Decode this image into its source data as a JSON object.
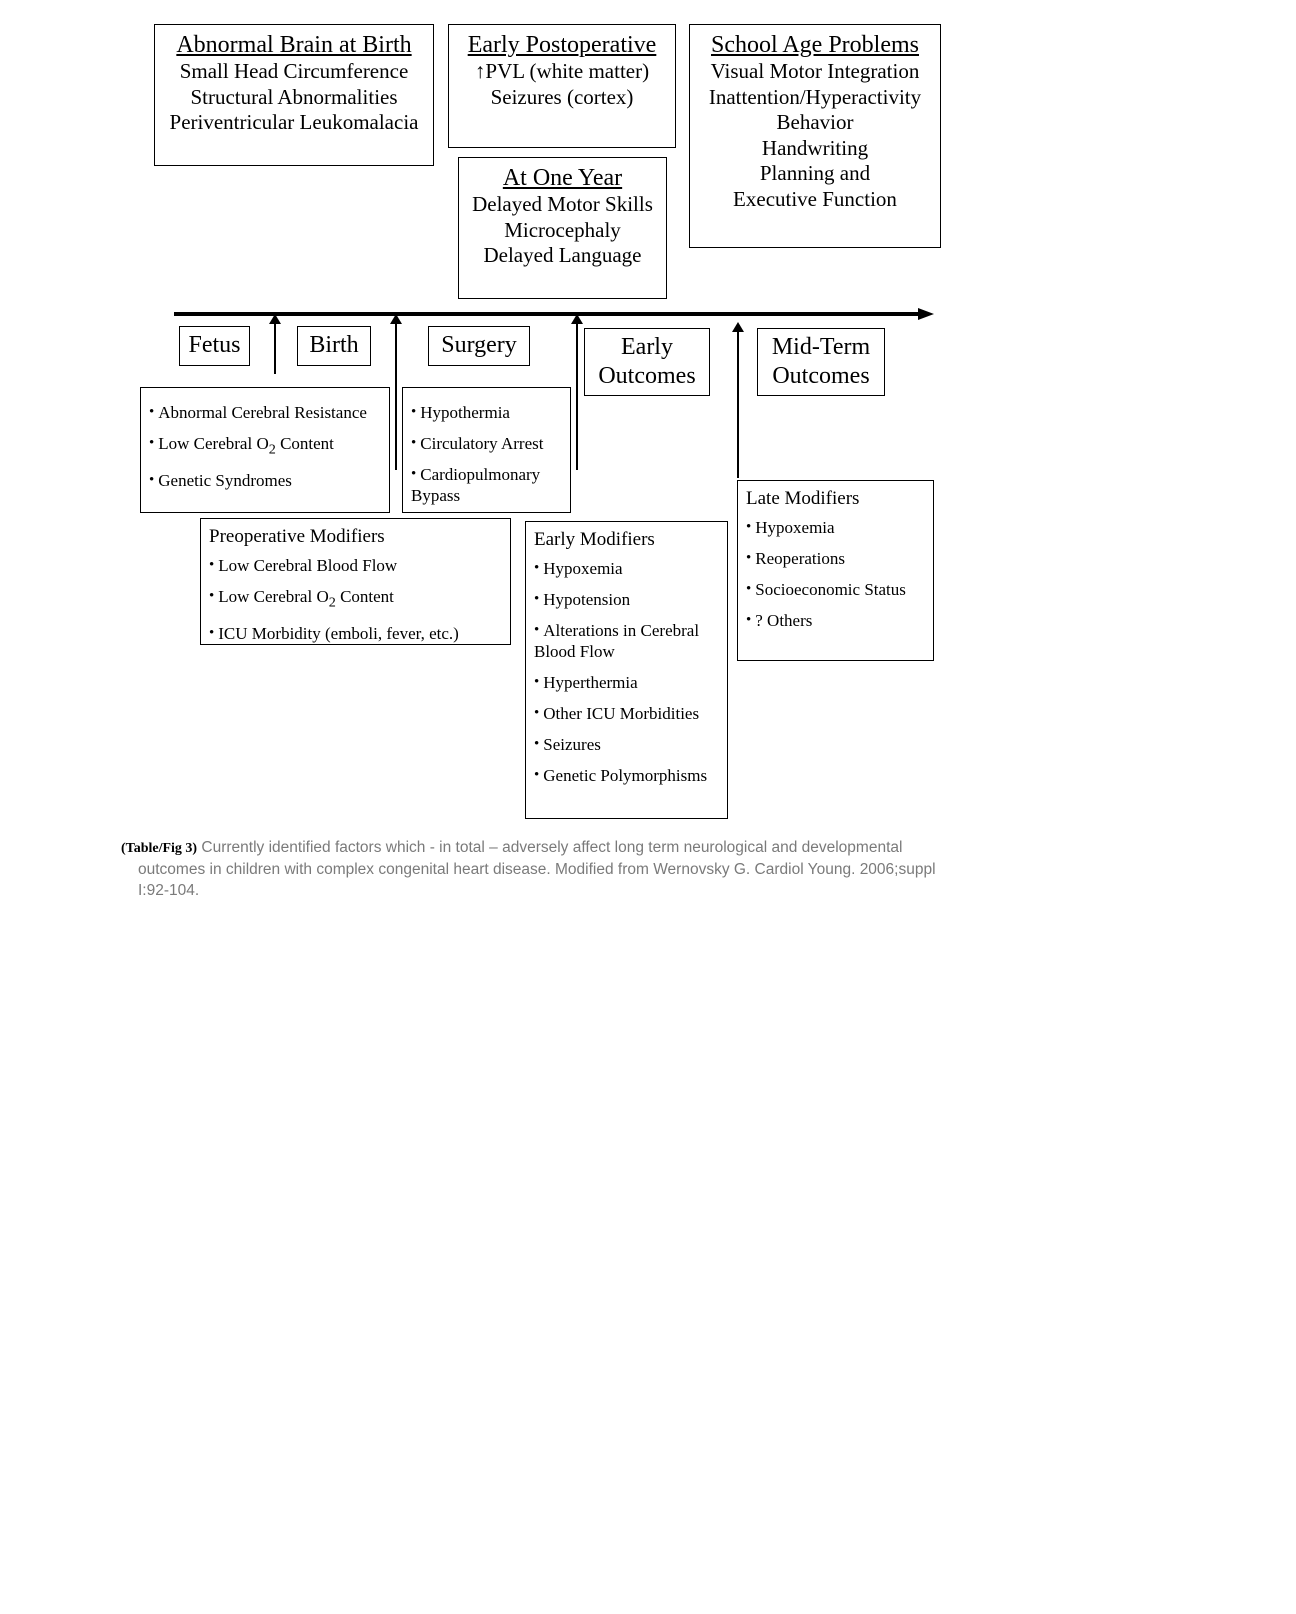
{
  "top_boxes": {
    "brain_at_birth": {
      "title": "Abnormal Brain at Birth",
      "lines": [
        "Small Head Circumference",
        "Structural Abnormalities",
        "Periventricular Leukomalacia"
      ]
    },
    "early_postoperative": {
      "title": "Early Postoperative",
      "lines": [
        "↑PVL (white matter)",
        "Seizures (cortex)"
      ]
    },
    "school_age": {
      "title": "School Age Problems",
      "lines": [
        "Visual Motor Integration",
        "Inattention/Hyperactivity",
        "Behavior",
        "Handwriting",
        "Planning and",
        "Executive Function"
      ]
    },
    "one_year": {
      "title": "At One Year",
      "lines": [
        "Delayed Motor Skills",
        "Microcephaly",
        "Delayed Language"
      ]
    }
  },
  "stages": {
    "fetus": "Fetus",
    "birth": "Birth",
    "surgery": "Surgery",
    "early_outcomes_1": "Early",
    "early_outcomes_2": "Outcomes",
    "midterm_outcomes_1": "Mid-Term",
    "midterm_outcomes_2": "Outcomes"
  },
  "factor_boxes": {
    "fetal": {
      "items": [
        "Abnormal Cerebral Resistance",
        "Low Cerebral O",
        "Genetic Syndromes"
      ],
      "o2_sub": "2",
      "o2_suffix": " Content"
    },
    "surgical": {
      "items": [
        "Hypothermia",
        "Circulatory Arrest",
        "Cardiopulmonary Bypass"
      ]
    },
    "preoperative": {
      "title": "Preoperative Modifiers",
      "items": [
        "Low Cerebral Blood Flow",
        "Low Cerebral O",
        "ICU Morbidity (emboli, fever, etc.)"
      ],
      "o2_sub": "2",
      "o2_suffix": " Content"
    },
    "early_modifiers": {
      "title": "Early Modifiers",
      "items": [
        "Hypoxemia",
        "Hypotension",
        "Alterations in Cerebral Blood Flow",
        "Hyperthermia",
        "Other ICU Morbidities",
        "Seizures",
        "Genetic Polymorphisms"
      ]
    },
    "late_modifiers": {
      "title": "Late Modifiers",
      "items": [
        "Hypoxemia",
        "Reoperations",
        "Socioeconomic Status",
        "? Others"
      ]
    }
  },
  "bullet": "•",
  "caption": {
    "lead": "(Table/Fig 3)",
    "text": " Currently identified factors which - in total – adversely affect long term neurological and developmental outcomes in children with complex congenital heart disease. Modified from Wernovsky G. Cardiol Young. 2006;suppl I:92-104."
  }
}
